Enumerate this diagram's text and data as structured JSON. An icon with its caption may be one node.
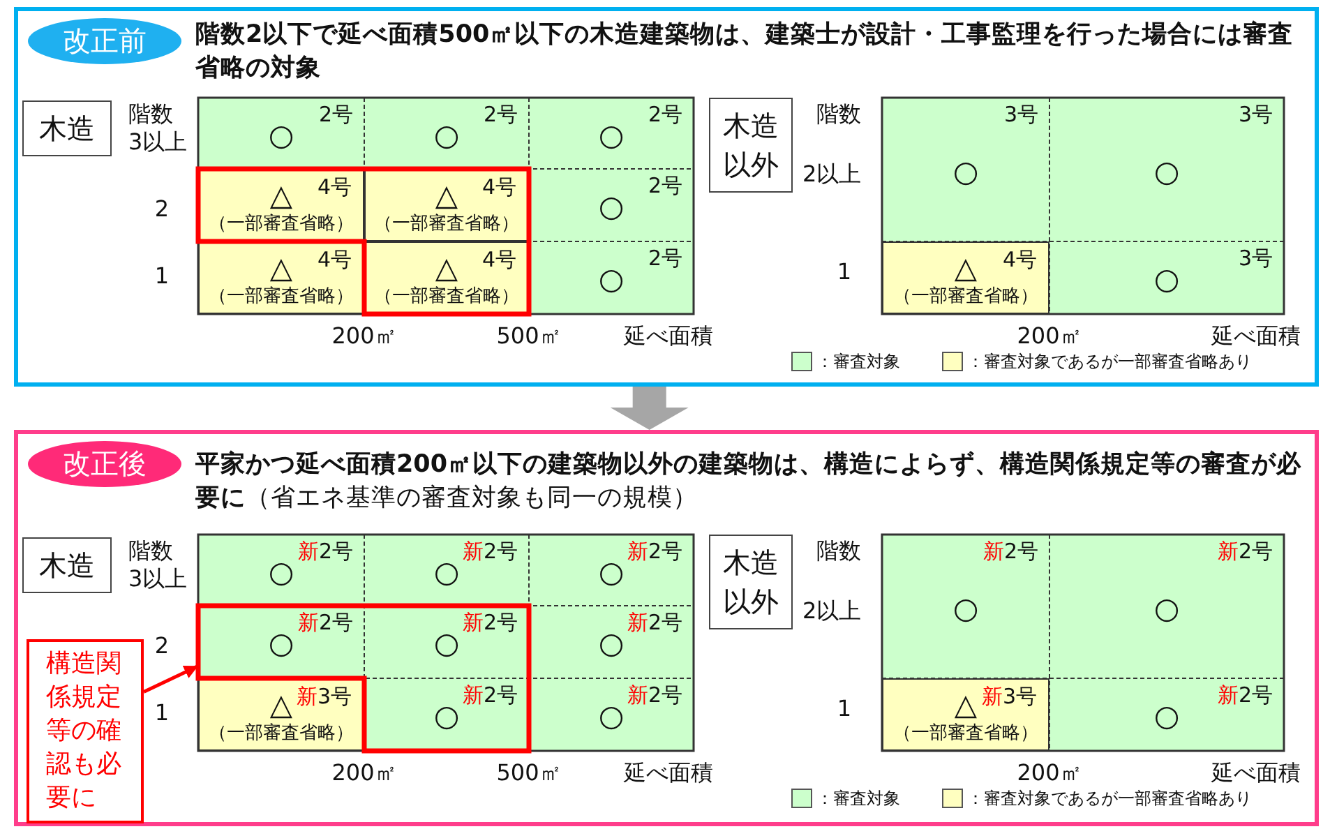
{
  "diagram": {
    "nodes": [
      {
        "text": [
          "改正前",
          "階数2以下で延べ面積500㎡以下の木造建築物は、建築士が設計・工事監理を行った場合には審査省略の対象"
        ]
      },
      {
        "text": [
          "木造"
        ],
        "in": 0
      },
      {
        "text": [
          "2号",
          "○"
        ],
        "in": 0
      },
      {
        "text": [
          "2号",
          "○"
        ],
        "in": 0
      },
      {
        "text": [
          "2号",
          "○"
        ],
        "in": 0
      },
      {
        "text": [
          "4号",
          "△",
          "（一部審査省略）"
        ],
        "in": 0
      },
      {
        "text": [
          "4号",
          "△",
          "（一部審査省略）"
        ],
        "in": 0
      },
      {
        "text": [
          "2号",
          "○"
        ],
        "in": 0
      },
      {
        "text": [
          "4号",
          "△",
          "（一部審査省略）"
        ],
        "in": 0
      },
      {
        "text": [
          "4号",
          "△",
          "（一部審査省略）"
        ],
        "in": 0
      },
      {
        "text": [
          "2号",
          "○"
        ],
        "in": 0
      },
      {
        "text": [
          "木造以外"
        ],
        "in": 0
      },
      {
        "text": [
          "3号",
          "○"
        ],
        "in": 0
      },
      {
        "text": [
          "3号",
          "○"
        ],
        "in": 0
      },
      {
        "text": [
          "4号",
          "△",
          "（一部審査省略）"
        ],
        "in": 0
      },
      {
        "text": [
          "3号",
          "○"
        ],
        "in": 0
      },
      {
        "text": [
          "改正後",
          "平家かつ延べ面積200㎡以下の建築物以外の建築物は、構造によらず、構造関係規定等の審査が必要に",
          "（省エネ基準の審査対象も同一の規模）"
        ]
      },
      {
        "text": [
          "木造"
        ],
        "in": 16
      },
      {
        "text": [
          "新",
          "2号",
          "○"
        ],
        "in": 16
      },
      {
        "text": [
          "新",
          "2号",
          "○"
        ],
        "in": 16
      },
      {
        "text": [
          "新",
          "2号",
          "○"
        ],
        "in": 16
      },
      {
        "text": [
          "新",
          "2号",
          "○"
        ],
        "in": 16
      },
      {
        "text": [
          "新",
          "2号",
          "○"
        ],
        "in": 16
      },
      {
        "text": [
          "新",
          "2号",
          "○"
        ],
        "in": 16
      },
      {
        "text": [
          "新",
          "3号",
          "△",
          "（一部審査省略）"
        ],
        "in": 16
      },
      {
        "text": [
          "新",
          "2号",
          "○"
        ],
        "in": 16
      },
      {
        "text": [
          "新",
          "2号",
          "○"
        ],
        "in": 16
      },
      {
        "text": [
          "構造関係規定等の確認も必要に"
        ],
        "in": 16
      },
      {
        "text": [
          "木造以外"
        ],
        "in": 16
      },
      {
        "text": [
          "新",
          "2号",
          "○"
        ],
        "in": 16
      },
      {
        "text": [
          "新",
          "2号",
          "○"
        ],
        "in": 16
      },
      {
        "text": [
          "新",
          "3号",
          "△",
          "（一部審査省略）"
        ],
        "in": 16
      },
      {
        "text": [
          "新",
          "2号",
          "○"
        ],
        "in": 16
      }
    ],
    "edges": [
      {
        "from": 0,
        "to": 16,
        "arrow": "to",
        "style": "thick",
        "color": "#a6a6a6"
      },
      {
        "from": 27,
        "to": 21,
        "arrow": "to",
        "color": "#ff0000"
      }
    ],
    "labels": [
      "階数",
      "3以上",
      "2",
      "1",
      "200㎡",
      "500㎡",
      "延べ面積",
      "階数",
      "2以上",
      "1",
      "200㎡",
      "延べ面積",
      "階数",
      "3以上",
      "2",
      "1",
      "200㎡",
      "500㎡",
      "延べ面積",
      "階数",
      "2以上",
      "1",
      "200㎡",
      "延べ面積"
    ],
    "legend": [
      {
        "text": "：審査対象",
        "color": "#ccffcc"
      },
      {
        "text": "：審査対象であるが一部審査省略あり",
        "color": "#ffffc0"
      },
      {
        "text": "：審査対象",
        "color": "#ccffcc"
      },
      {
        "text": "：審査対象であるが一部審査省略あり",
        "color": "#ffffc0"
      }
    ]
  }
}
